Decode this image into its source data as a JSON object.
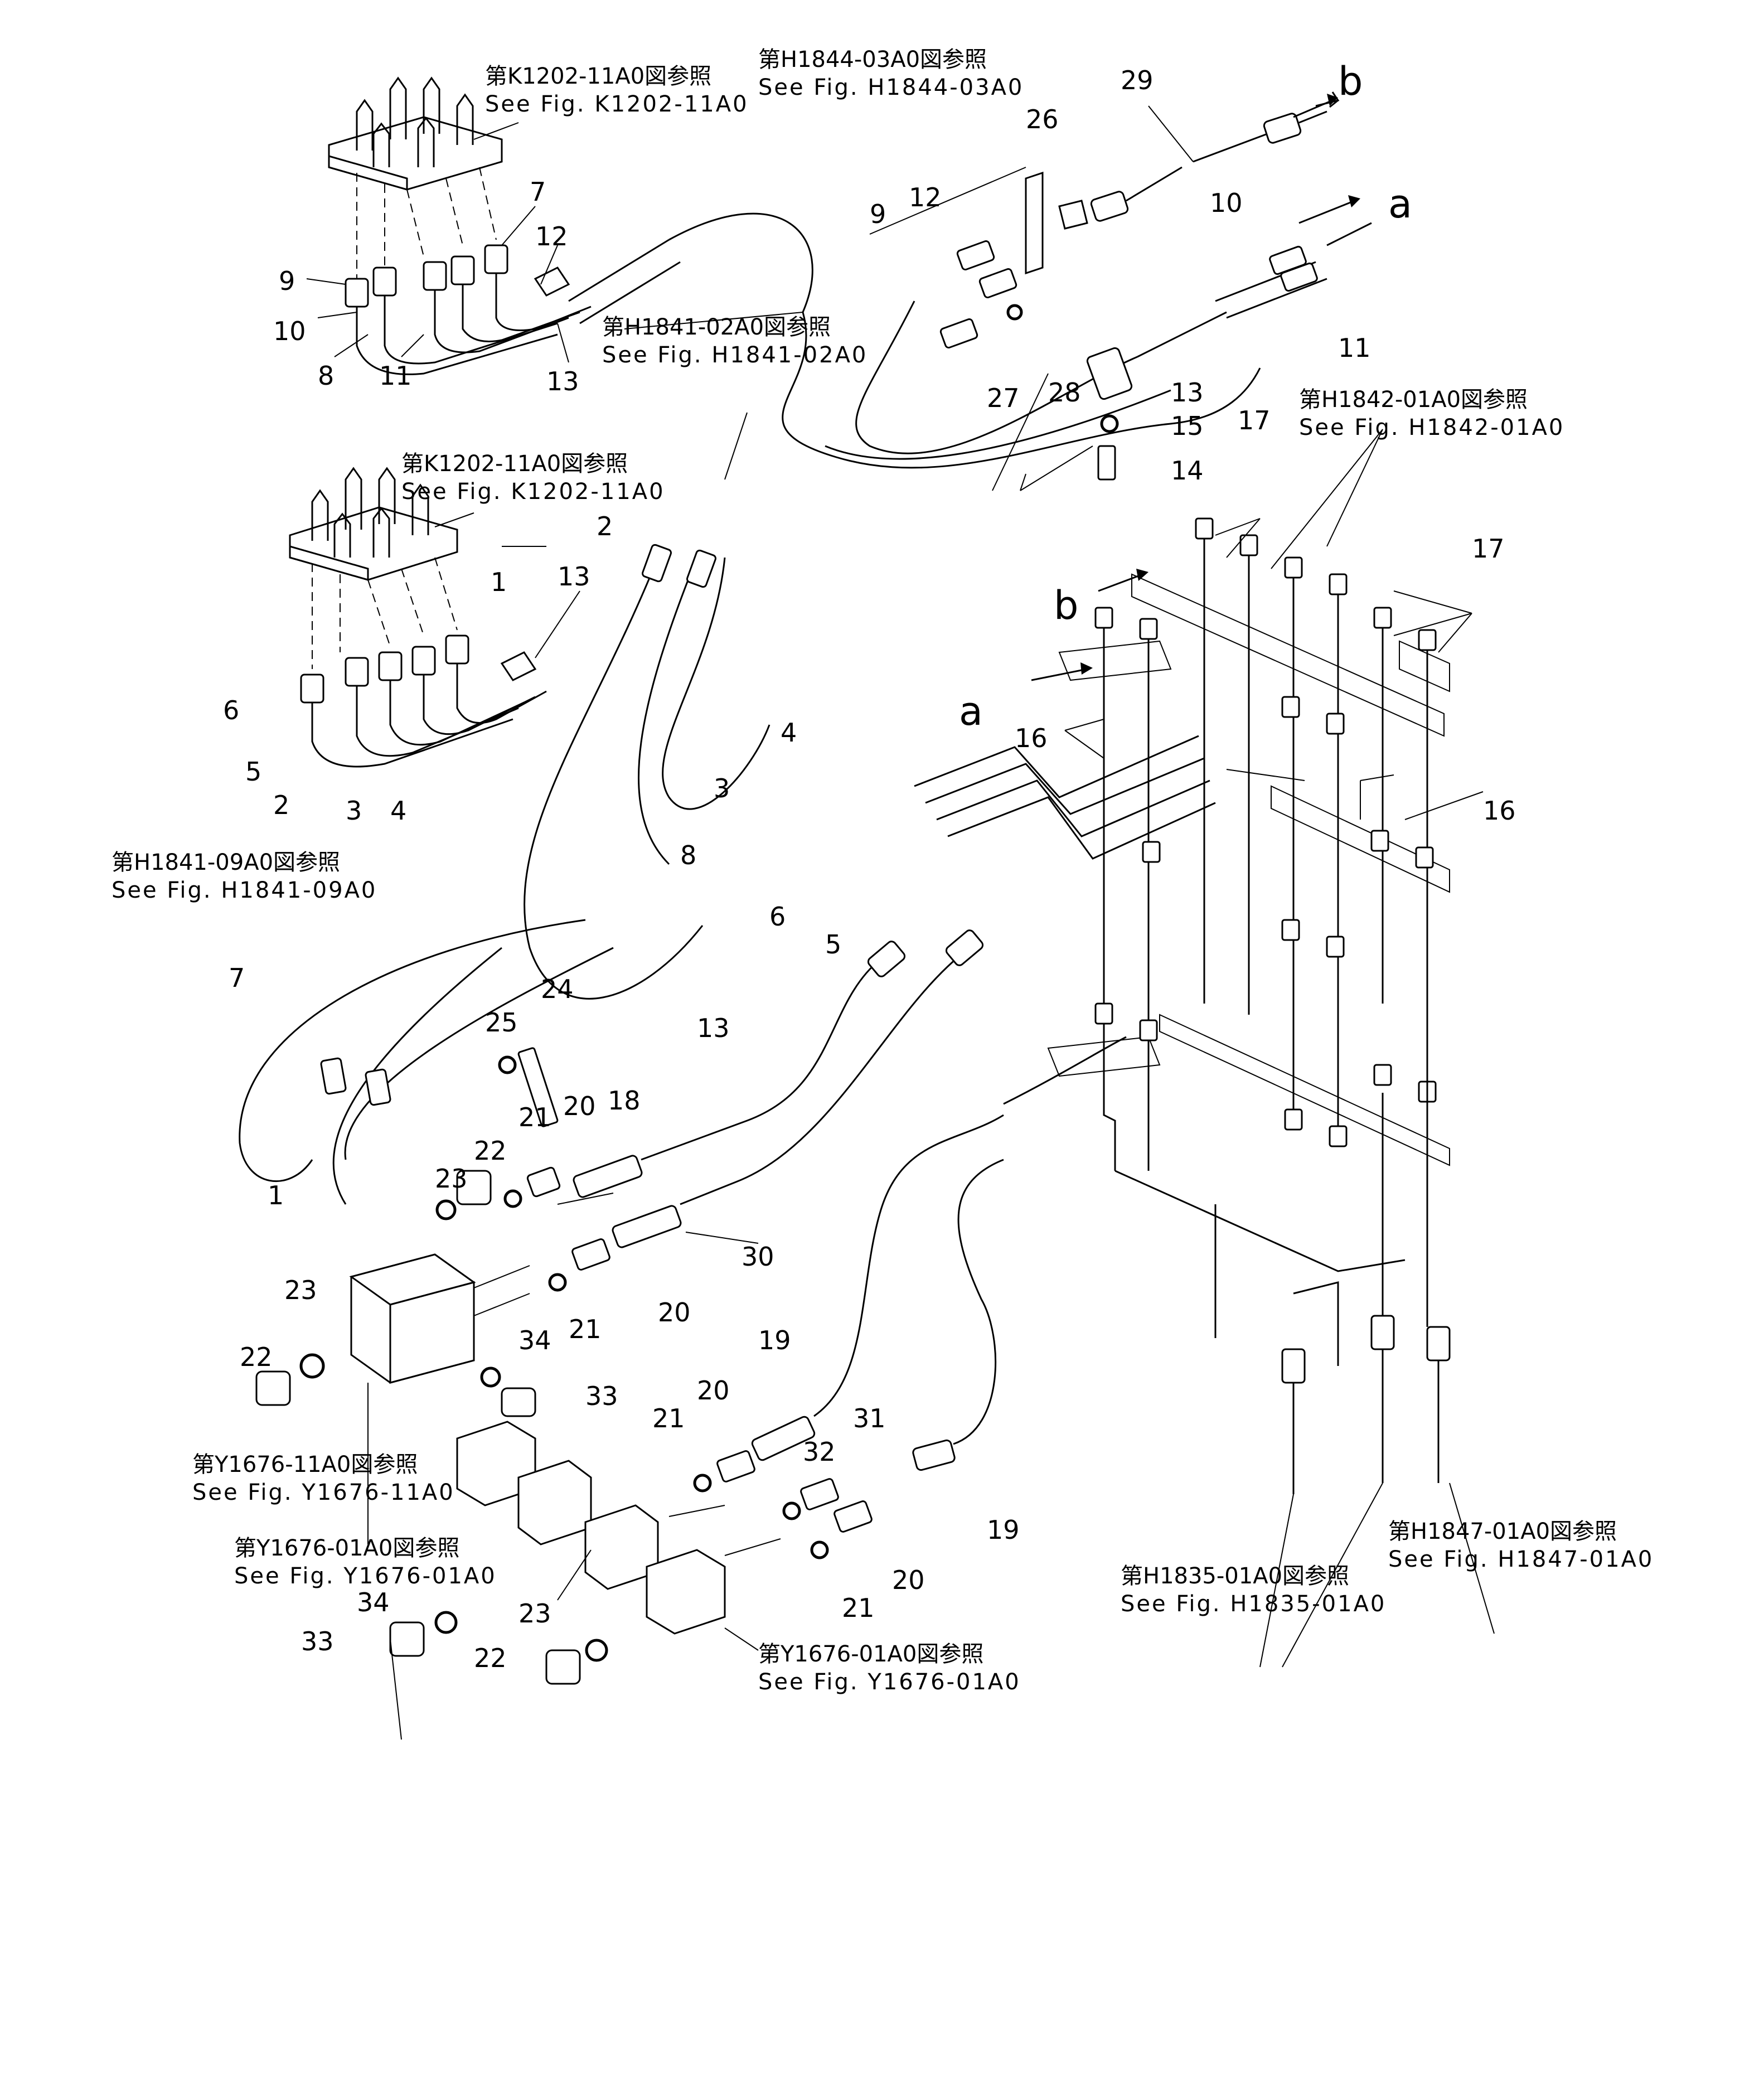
{
  "figure": {
    "reference_callouts": [
      {
        "id": "k1202_top",
        "jp": "第K1202-11A0図参照",
        "en": "See  Fig. K1202-11A0"
      },
      {
        "id": "h1844",
        "jp": "第H1844-03A0図参照",
        "en": "See  Fig. H1844-03A0"
      },
      {
        "id": "h1841_02",
        "jp": "第H1841-02A0図参照",
        "en": "See  Fig. H1841-02A0"
      },
      {
        "id": "k1202_mid",
        "jp": "第K1202-11A0図参照",
        "en": "See  Fig. K1202-11A0"
      },
      {
        "id": "h1842",
        "jp": "第H1842-01A0図参照",
        "en": "See  Fig. H1842-01A0"
      },
      {
        "id": "h1841_09",
        "jp": "第H1841-09A0図参照",
        "en": "See  Fig. H1841-09A0"
      },
      {
        "id": "y1676_11",
        "jp": "第Y1676-11A0図参照",
        "en": "See  Fig. Y1676-11A0"
      },
      {
        "id": "y1676_01a",
        "jp": "第Y1676-01A0図参照",
        "en": "See  Fig. Y1676-01A0"
      },
      {
        "id": "y1676_01b",
        "jp": "第Y1676-01A0図参照",
        "en": "See  Fig. Y1676-01A0"
      },
      {
        "id": "h1835",
        "jp": "第H1835-01A0図参照",
        "en": "See  Fig. H1835-01A0"
      },
      {
        "id": "h1847",
        "jp": "第H1847-01A0図参照",
        "en": "See  Fig. H1847-01A0"
      }
    ],
    "connection_letters": [
      "a",
      "b",
      "a",
      "b"
    ],
    "part_numbers": [
      "1",
      "2",
      "3",
      "4",
      "5",
      "6",
      "7",
      "8",
      "9",
      "10",
      "11",
      "12",
      "13",
      "14",
      "15",
      "16",
      "17",
      "18",
      "19",
      "20",
      "21",
      "22",
      "23",
      "24",
      "25",
      "26",
      "27",
      "28",
      "29",
      "30",
      "31",
      "32",
      "33",
      "34"
    ],
    "callouts": [
      "9",
      "10",
      "8",
      "11",
      "7",
      "12",
      "13",
      "29",
      "26",
      "12",
      "9",
      "10",
      "11",
      "28",
      "27",
      "13",
      "15",
      "14",
      "17",
      "1",
      "13",
      "6",
      "5",
      "2",
      "3",
      "4",
      "2",
      "8",
      "4",
      "3",
      "6",
      "5",
      "13",
      "16",
      "16",
      "17",
      "7",
      "24",
      "25",
      "18",
      "22",
      "21",
      "20",
      "23",
      "30",
      "1",
      "22",
      "23",
      "20",
      "21",
      "34",
      "33",
      "19",
      "20",
      "21",
      "31",
      "32",
      "19",
      "20",
      "21",
      "34",
      "33",
      "23",
      "22"
    ]
  }
}
